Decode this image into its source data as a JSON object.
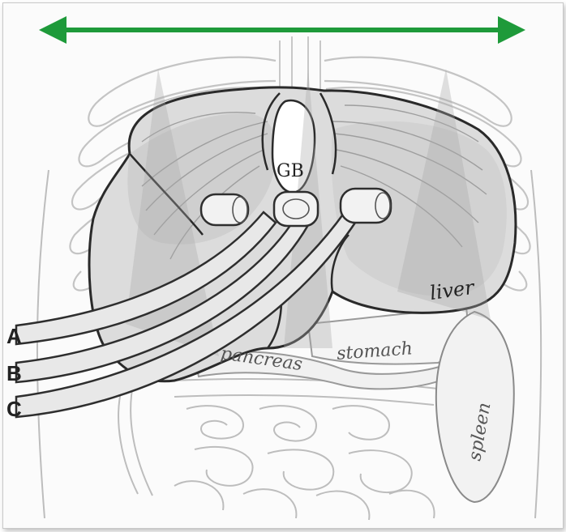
{
  "figure": {
    "arrow_color": "#1e9a3a",
    "labels": {
      "gb": "GB",
      "liver": "liver",
      "stomach": "stomach",
      "pancreas": "pancreas",
      "spleen": "spleen"
    },
    "tube_letters": [
      "A",
      "B",
      "C"
    ]
  }
}
